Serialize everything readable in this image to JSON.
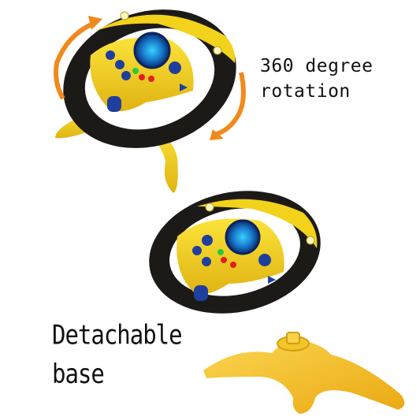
{
  "product": {
    "captions": {
      "rotation": [
        "360 degree",
        "rotation"
      ],
      "detachable": [
        "Detachable",
        "base"
      ]
    },
    "colors": {
      "background": "#ffffff",
      "wheel_rim": "#1c1a17",
      "body_yellow": "#f2d21a",
      "base_yellow": "#f5c21e",
      "button_blue": "#1f3f9e",
      "arrow_orange": "#f08a1c",
      "caption_text": "#111111"
    },
    "icons": [
      "rotation-arrow-icon",
      "headlight-icon",
      "speedometer-dial",
      "key-knob"
    ]
  }
}
